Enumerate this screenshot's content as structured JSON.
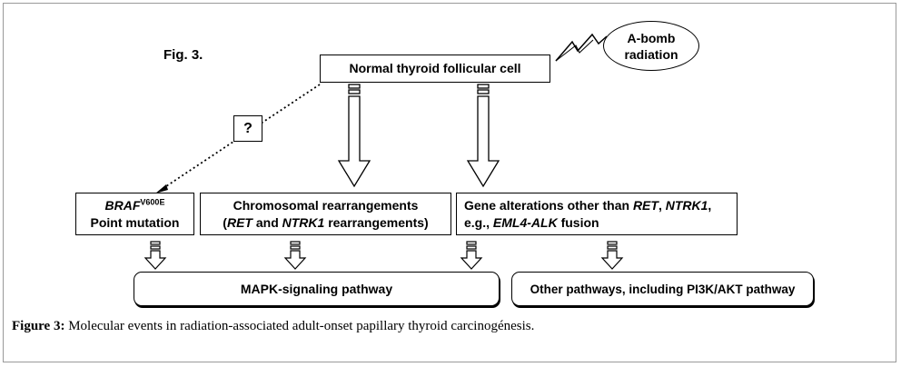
{
  "fig_label": "Fig. 3.",
  "boxes": {
    "normal_cell": "Normal thyroid follicular cell",
    "abomb_line1": "A-bomb",
    "abomb_line2": "radiation",
    "question": "?",
    "braf_gene": "BRAF",
    "braf_sup": "V600E",
    "braf_line2": "Point mutation",
    "chrom_line1": "Chromosomal rearrangements",
    "chrom_paren_open": "(",
    "chrom_ret": "RET",
    "chrom_and": " and ",
    "chrom_ntrk1": "NTRK1",
    "chrom_tail": " rearrangements)",
    "gene_prefix": "Gene alterations other than ",
    "gene_ret": "RET",
    "gene_comma": ", ",
    "gene_ntrk1": "NTRK1",
    "gene_comma2": ",",
    "gene_eg": "e.g., ",
    "gene_eml4": "EML4-ALK",
    "gene_fusion": " fusion",
    "mapk": "MAPK-signaling pathway",
    "other": "Other pathways, including PI3K/AKT pathway"
  },
  "caption": {
    "label": "Figure 3:",
    "text": " Molecular events in radiation-associated adult-onset papillary thyroid carcinogénesis."
  }
}
